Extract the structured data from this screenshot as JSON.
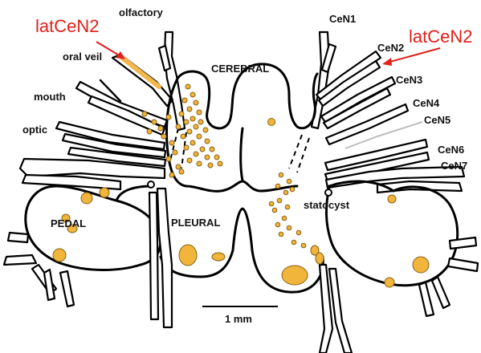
{
  "labels": {
    "olfactory": "olfactory",
    "oral_veil": "oral veil",
    "mouth": "mouth",
    "optic": "optic",
    "cerebral": "CEREBRAL",
    "pedal": "PEDAL",
    "pleural": "PLEURAL",
    "statocyst": "statocyst",
    "cen1": "CeN1",
    "cen2": "CeN2",
    "cen3": "CeN3",
    "cen4": "CeN4",
    "cen5": "CeN5",
    "cen6": "CeN6",
    "cen7": "CeN7",
    "latcen2_left": "latCeN2",
    "latcen2_right": "latCeN2",
    "scale": "1 mm"
  },
  "colors": {
    "annotation": "#e0201a",
    "cell": "#f0b53a",
    "cell_stroke": "#8a6216",
    "highlight_nerve": "#f2b84b",
    "cen5_line": "#bdbdbd"
  }
}
